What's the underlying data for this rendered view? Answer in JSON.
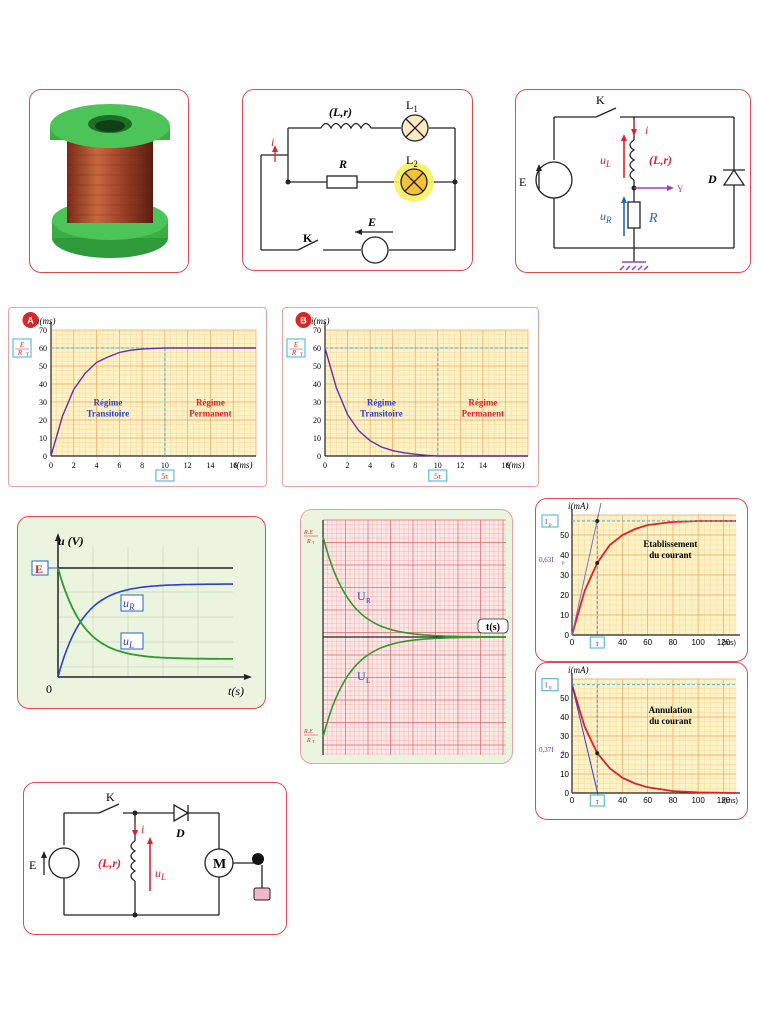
{
  "circuit1": {
    "coil": "(L,r)",
    "lamp1": "L",
    "lamp1_sub": "1",
    "resistor": "R",
    "lamp2": "L",
    "lamp2_sub": "2",
    "current": "i",
    "switch": "K",
    "source": "E"
  },
  "circuit2": {
    "switch": "K",
    "current": "i",
    "uL": "u",
    "uL_sub": "L",
    "coil": "(L,r)",
    "diode": "D",
    "source": "E",
    "uR": "u",
    "uR_sub": "R",
    "resistor": "R",
    "probe": "Y"
  },
  "chartA": {
    "badge": "A",
    "ylabel": "i(ms)",
    "xlabel": "t(ms)",
    "ref_label_top": "E",
    "ref_label_bottom": "R",
    "ref_label_sub": "T",
    "tau_label": "5τ",
    "regime1": [
      "Régime",
      "Transitoire"
    ],
    "regime2": [
      "Régime",
      "Permanent"
    ]
  },
  "chartB": {
    "badge": "B",
    "ylabel": "i(ms)",
    "xlabel": "t(ms)",
    "ref_label_top": "E",
    "ref_label_bottom": "R",
    "ref_label_sub": "T",
    "tau_label": "5τ",
    "regime1": [
      "Régime",
      "Transitoire"
    ],
    "regime2": [
      "Régime",
      "Permanent"
    ]
  },
  "chartU": {
    "ylabel": "u (V)",
    "xlabel": "t(s)",
    "origin": "0",
    "E_label": "E",
    "uR": "u",
    "uR_sub": "R",
    "uL": "u",
    "uL_sub": "L"
  },
  "chartRE": {
    "top_label_num": "R.E",
    "top_label_den": "R",
    "top_label_sub": "T",
    "bottom_label_num": "R.E",
    "bottom_label_den": "R",
    "bottom_label_sub": "T",
    "UR": "U",
    "UR_sub": "R",
    "UL": "U",
    "UL_sub": "L",
    "axis": "t(s)"
  },
  "chartEst": {
    "ylabel": "i(mA)",
    "xlabel": "(ms)",
    "ref": "I",
    "ref_sub": "p",
    "frac": "0,63I",
    "frac_sub": "p",
    "tau": "τ",
    "title": [
      "Etablissement",
      "du courant"
    ]
  },
  "chartAnn": {
    "ylabel": "i(mA)",
    "xlabel": "t(ms)",
    "ref": "I",
    "ref_sub": "0",
    "frac": "0,37I",
    "frac_sub": "0",
    "tau": "τ",
    "title": [
      "Annulation",
      "du courant"
    ]
  },
  "circuit3": {
    "switch": "K",
    "current": "i",
    "diode": "D",
    "coil": "(L,r)",
    "uL": "u",
    "uL_sub": "L",
    "motor": "M",
    "source": "E"
  },
  "chart_data": [
    {
      "type": "line",
      "ylabel": "i(ms)",
      "xlabel": "t(ms)",
      "xlim": [
        0,
        18
      ],
      "ylim": [
        0,
        70
      ],
      "x_ticks": [
        0,
        2,
        4,
        6,
        8,
        10,
        12,
        14,
        16
      ],
      "y_ticks": [
        0,
        10,
        20,
        30,
        40,
        50,
        60,
        70
      ],
      "series": [
        {
          "values": [
            [
              0,
              0
            ],
            [
              1,
              22
            ],
            [
              2,
              37
            ],
            [
              3,
              46
            ],
            [
              4,
              52
            ],
            [
              5,
              55
            ],
            [
              6,
              57.5
            ],
            [
              7,
              58.8
            ],
            [
              8,
              59.4
            ],
            [
              9,
              59.8
            ],
            [
              10,
              60
            ],
            [
              18,
              60
            ]
          ]
        }
      ]
    },
    {
      "type": "line",
      "ylabel": "i(ms)",
      "xlabel": "t(ms)",
      "xlim": [
        0,
        18
      ],
      "ylim": [
        0,
        70
      ],
      "x_ticks": [
        0,
        2,
        4,
        6,
        8,
        10,
        12,
        14,
        16
      ],
      "y_ticks": [
        0,
        10,
        20,
        30,
        40,
        50,
        60,
        70
      ],
      "series": [
        {
          "values": [
            [
              0,
              60
            ],
            [
              1,
              38
            ],
            [
              2,
              23
            ],
            [
              3,
              14
            ],
            [
              4,
              8.5
            ],
            [
              5,
              5
            ],
            [
              6,
              3
            ],
            [
              7,
              1.8
            ],
            [
              8,
              1
            ],
            [
              9,
              0.4
            ],
            [
              10,
              0
            ],
            [
              18,
              0
            ]
          ]
        }
      ]
    },
    {
      "type": "line",
      "ylabel": "i(mA)",
      "xlabel": "t(ms)",
      "xlim": [
        0,
        130
      ],
      "ylim": [
        0,
        60
      ],
      "x_ticks": [
        0,
        20,
        40,
        60,
        80,
        100,
        120
      ],
      "y_ticks": [
        0,
        10,
        20,
        30,
        40,
        50
      ],
      "series": [
        {
          "values": [
            [
              0,
              0
            ],
            [
              10,
              22
            ],
            [
              20,
              36
            ],
            [
              30,
              45
            ],
            [
              40,
              50
            ],
            [
              50,
              53
            ],
            [
              60,
              55
            ],
            [
              80,
              56.5
            ],
            [
              100,
              57
            ],
            [
              130,
              57
            ]
          ]
        }
      ]
    },
    {
      "type": "line",
      "ylabel": "i(mA)",
      "xlabel": "t(ms)",
      "xlim": [
        0,
        130
      ],
      "ylim": [
        0,
        60
      ],
      "x_ticks": [
        0,
        20,
        40,
        60,
        80,
        100,
        120
      ],
      "y_ticks": [
        0,
        10,
        20,
        30,
        40,
        50
      ],
      "series": [
        {
          "values": [
            [
              0,
              57
            ],
            [
              10,
              35
            ],
            [
              20,
              21
            ],
            [
              30,
              13
            ],
            [
              40,
              8
            ],
            [
              50,
              5
            ],
            [
              60,
              3
            ],
            [
              80,
              1
            ],
            [
              100,
              0.3
            ],
            [
              130,
              0
            ]
          ]
        }
      ]
    }
  ]
}
